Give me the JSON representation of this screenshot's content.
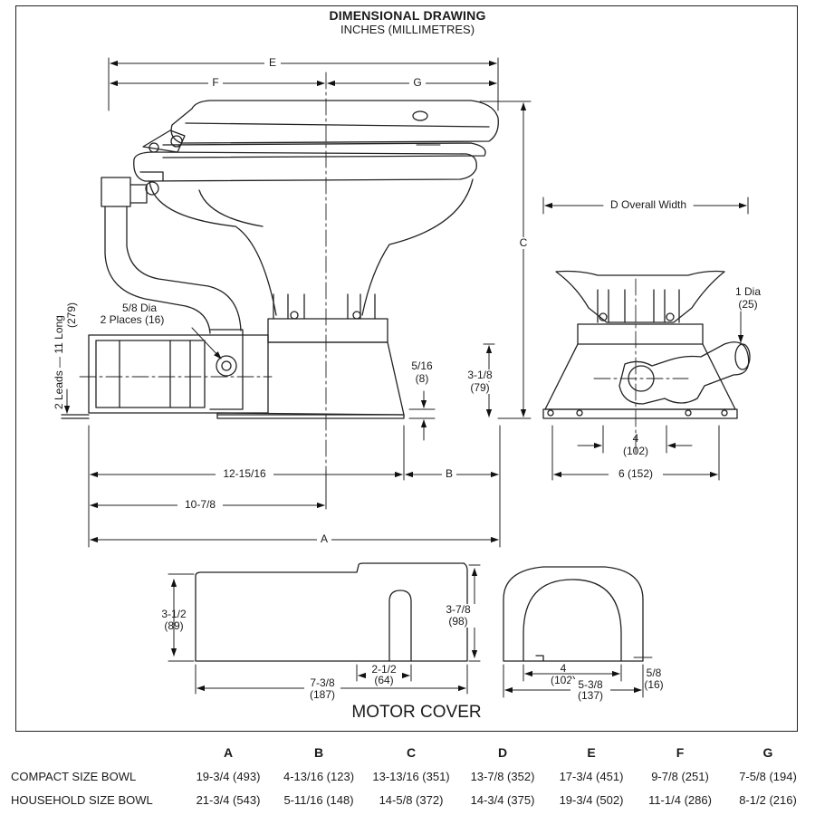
{
  "header": {
    "title": "DIMENSIONAL DRAWING",
    "subtitle": "INCHES (MILLIMETRES)"
  },
  "labels": {
    "E": "E",
    "F": "F",
    "G": "G",
    "C": "C",
    "D": "D Overall Width",
    "leads_1": "2 Leads — 11 Long",
    "leads_2": "(279)",
    "dia58_1": "5/8 Dia",
    "dia58_2": "2 Places (16)",
    "h516_1": "5/16",
    "h516_2": "(8)",
    "h318_1": "3-1/8",
    "h318_2": "(79)",
    "w12_15": "12-15/16",
    "B": "B",
    "w10_7": "10-7/8",
    "A": "A",
    "dia1_1": "1 Dia",
    "dia1_2": "(25)",
    "w4_1": "4",
    "w4_2": "(102)",
    "w6": "6 (152)",
    "cover_h1_1": "3-1/2",
    "cover_h1_2": "(89)",
    "cover_h2_1": "3-7/8",
    "cover_h2_2": "(98)",
    "cover_212_1": "2-1/2",
    "cover_212_2": "(64)",
    "cover_738_1": "7-3/8",
    "cover_738_2": "(187)",
    "cover_4_1": "4",
    "cover_4_2": "(102)",
    "cover_538_1": "5-3/8",
    "cover_538_2": "(137)",
    "cover_58_1": "5/8",
    "cover_58_2": "(16)",
    "motor_cover": "MOTOR COVER"
  },
  "table": {
    "columns": [
      "A",
      "B",
      "C",
      "D",
      "E",
      "F",
      "G"
    ],
    "rows": [
      {
        "label": "COMPACT SIZE BOWL",
        "values": [
          "19-3/4 (493)",
          "4-13/16 (123)",
          "13-13/16 (351)",
          "13-7/8 (352)",
          "17-3/4 (451)",
          "9-7/8 (251)",
          "7-5/8 (194)"
        ]
      },
      {
        "label": "HOUSEHOLD SIZE BOWL",
        "values": [
          "21-3/4 (543)",
          "5-11/16 (148)",
          "14-5/8 (372)",
          "14-3/4 (375)",
          "19-3/4 (502)",
          "11-1/4 (286)",
          "8-1/2 (216)"
        ]
      }
    ]
  }
}
